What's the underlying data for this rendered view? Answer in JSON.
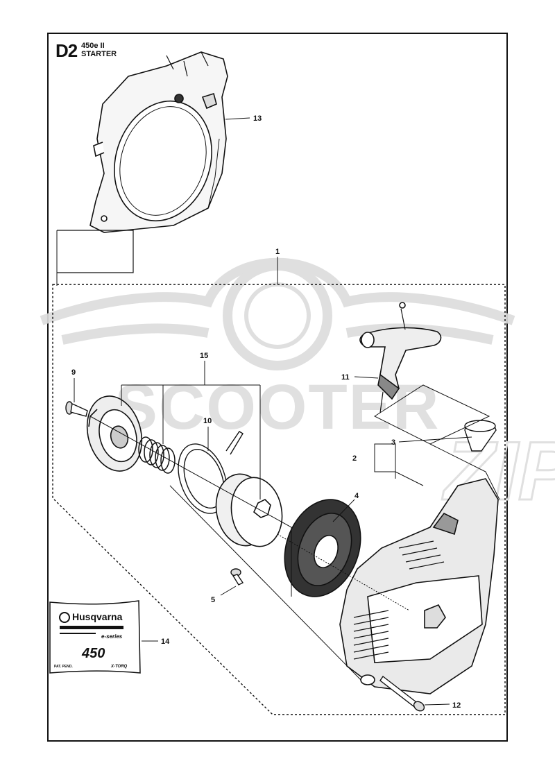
{
  "header": {
    "section_id": "D2",
    "model": "450e II",
    "section_name": "STARTER"
  },
  "callouts": [
    "1",
    "2",
    "3",
    "4",
    "5",
    "9",
    "10",
    "11",
    "12",
    "13",
    "14",
    "15"
  ],
  "decal": {
    "brand": "Husqvarna",
    "series": "e-series",
    "model": "450",
    "patent": "PAT. PEND.",
    "feature": "X-TORQ"
  },
  "watermark": {
    "text": "SCOOTER",
    "suffix": "ZIP",
    "color": "#d9d9d9"
  },
  "colors": {
    "line": "#111111",
    "watermark": "#d9d9d9"
  }
}
